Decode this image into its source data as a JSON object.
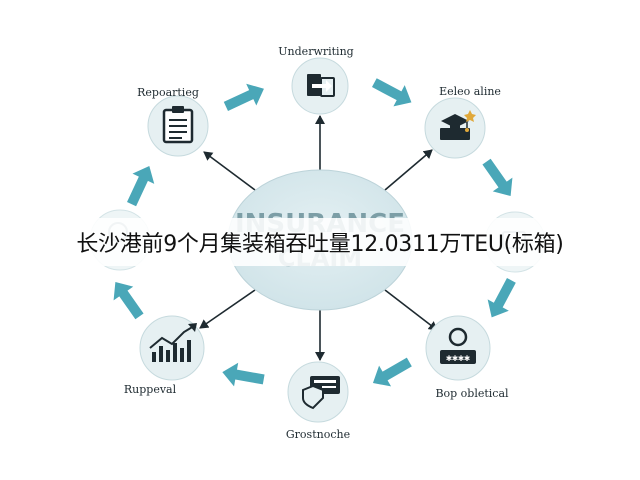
{
  "diagram": {
    "center": {
      "line1": "INSURANCE",
      "line2": "CLAIM"
    },
    "nodes": {
      "top": {
        "label": "Underwriting",
        "icon": "document-exchange-icon"
      },
      "upper_right": {
        "label": "Eeleo aline",
        "icon": "graduation-cap-box-icon"
      },
      "right": {
        "label": "",
        "icon": "partially-hidden-icon"
      },
      "lower_right": {
        "label": "Bop obletical",
        "icon": "user-id-card-icon"
      },
      "bottom": {
        "label": "Grostnoche",
        "icon": "shield-card-icon"
      },
      "lower_left": {
        "label": "Ruppeval",
        "icon": "bar-chart-trend-icon"
      },
      "left": {
        "label": "",
        "icon": "partially-hidden-icon"
      },
      "upper_left": {
        "label": "Repoartieg",
        "icon": "clipboard-list-icon"
      }
    },
    "colors": {
      "arrow_teal": "#4aa7b8",
      "node_fill": "#e6f0f2",
      "center_fill": "#d8e8ec",
      "ink": "#1e2a30"
    }
  },
  "overlay": {
    "text": "长沙港前9个月集装箱吞吐量12.0311万TEU(标箱)"
  }
}
